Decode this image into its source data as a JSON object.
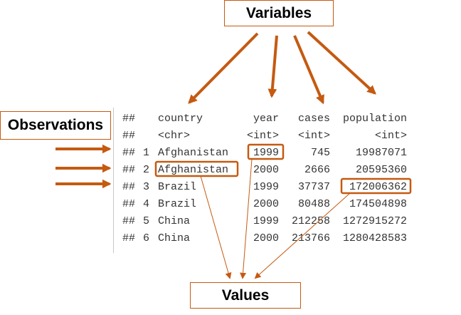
{
  "labels": {
    "variables": "Variables",
    "observations": "Observations",
    "values": "Values"
  },
  "console": {
    "rows": [
      [
        "##",
        "",
        "country",
        "year",
        "cases",
        "population"
      ],
      [
        "##",
        "",
        "<chr>",
        "<int>",
        "<int>",
        "<int>"
      ],
      [
        "##",
        "1",
        "Afghanistan",
        "1999",
        "745",
        "19987071"
      ],
      [
        "##",
        "2",
        "Afghanistan",
        "2000",
        "2666",
        "20595360"
      ],
      [
        "##",
        "3",
        "Brazil",
        "1999",
        "37737",
        "172006362"
      ],
      [
        "##",
        "4",
        "Brazil",
        "2000",
        "80488",
        "174504898"
      ],
      [
        "##",
        "5",
        "China",
        "1999",
        "212258",
        "1272915272"
      ],
      [
        "##",
        "6",
        "China",
        "2000",
        "213766",
        "1280428583"
      ]
    ]
  },
  "colors": {
    "accent": "#c55a11",
    "text": "#333333",
    "label_text": "#000000",
    "rule": "#c8c8c8"
  }
}
